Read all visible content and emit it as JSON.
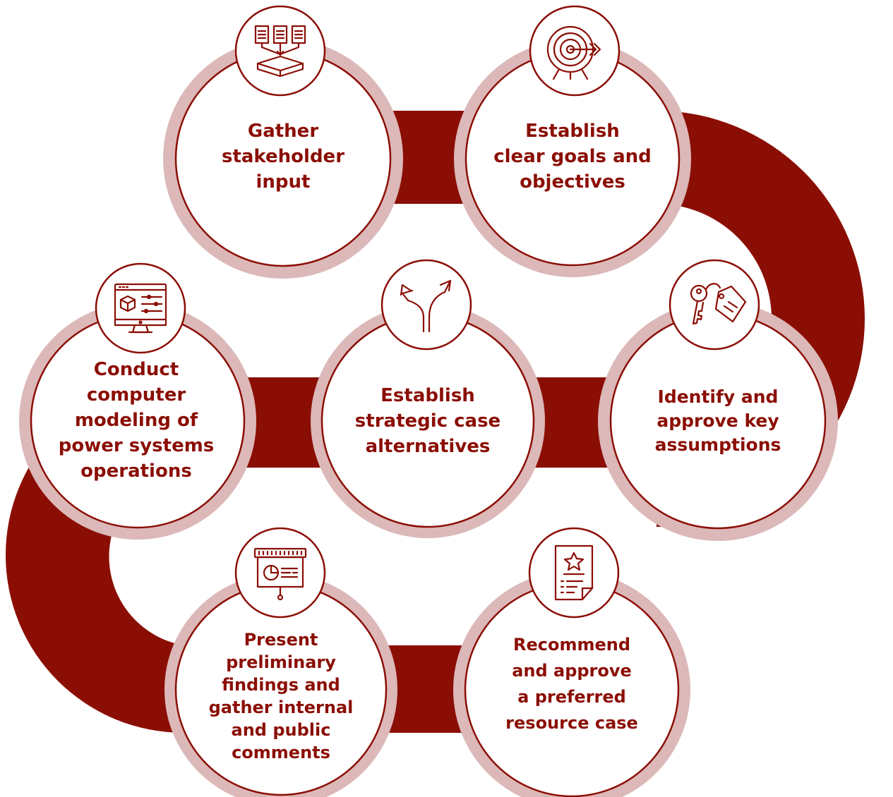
{
  "colors": {
    "path": "#8b0e04",
    "halo": "#dcb8b9",
    "outline": "#8b0e04",
    "circle_fill": "#ffffff",
    "text": "#8b0e04"
  },
  "steps": [
    {
      "label": "Gather\nstakeholder\ninput",
      "icon": "documents-to-tray-icon"
    },
    {
      "label": "Establish\nclear goals and\nobjectives",
      "icon": "target-arrow-icon"
    },
    {
      "label": "Identify and\napprove key\nassumptions",
      "icon": "key-with-tag-icon"
    },
    {
      "label": "Establish\nstrategic case\nalternatives",
      "icon": "split-arrows-icon"
    },
    {
      "label": "Conduct\ncomputer\nmodeling of\npower systems\noperations",
      "icon": "computer-monitor-icon"
    },
    {
      "label": "Present\npreliminary\nfindings and\ngather internal\nand public\ncomments",
      "icon": "presentation-board-icon"
    },
    {
      "label": "Recommend\nand approve\na preferred\nresource case",
      "icon": "award-certificate-icon"
    }
  ]
}
